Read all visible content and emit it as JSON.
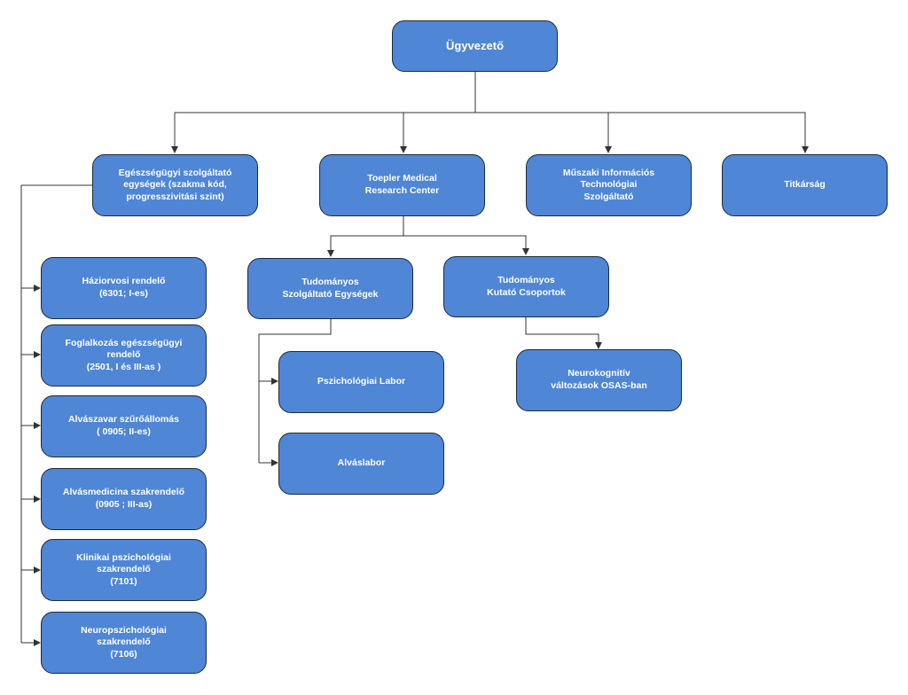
{
  "nodes": {
    "root": "Ügyvezető",
    "eu": "Egészségügyi szolgáltató\negységek (szakma kód,\nprogresszivitási szint)",
    "tmrc": "Toepler Medical\nResearch Center",
    "mit": "Műszaki Információs\nTechnológiai\nSzolgáltató",
    "titk": "Titkárság",
    "haz": "Háziorvosi rendelő\n(6301; I-es)",
    "fogl": "Foglalkozás egészségügyi\nrendelő\n(2501, I és III-as )",
    "alvsz": "Alvászavar szűrőállomás\n( 0905; II-es)",
    "alvmed": "Alvásmedicina szakrendelő\n(0905 ; III-as)",
    "klin": "Klinikai pszichológiai\nszakrendelő\n(7101)",
    "neuro": "Neuropszichológiai\nszakrendelő\n(7106)",
    "tudsz": "Tudományos\nSzolgáltató Egységek",
    "tudk": "Tudományos\nKutató Csoportok",
    "pszl": "Pszichológiai Labor",
    "alvl": "Alváslabor",
    "nkog": "Neurokognitív\nváltozások OSAS-ban"
  },
  "colors": {
    "node_fill": "#4f86d6",
    "node_border": "#1f2a3a",
    "connector": "#333333",
    "text": "#ffffff"
  }
}
